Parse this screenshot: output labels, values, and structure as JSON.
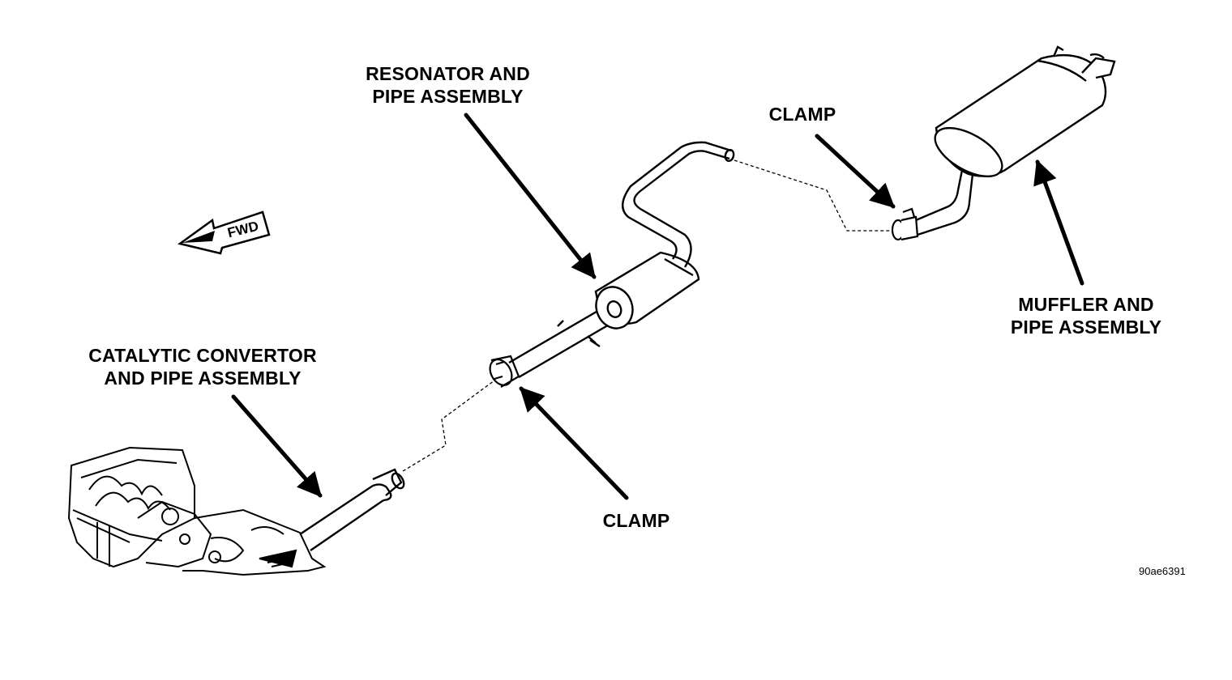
{
  "labels": {
    "resonator": [
      "RESONATOR AND",
      "PIPE ASSEMBLY"
    ],
    "clamp_upper": "CLAMP",
    "catalytic": [
      "CATALYTIC CONVERTOR",
      "AND PIPE ASSEMBLY"
    ],
    "clamp_lower": "CLAMP",
    "muffler": [
      "MUFFLER AND",
      "PIPE ASSEMBLY"
    ]
  },
  "forward_arrow": "FWD",
  "figure_id": "90ae6391",
  "colors": {
    "ink": "#000000",
    "background": "#ffffff"
  }
}
